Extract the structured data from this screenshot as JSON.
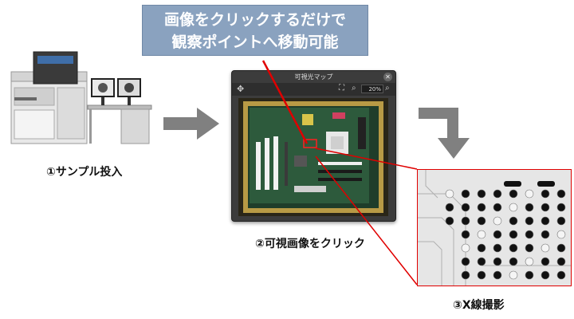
{
  "callout": {
    "line1": "画像をクリックするだけで",
    "line2": "観察ポイントへ移動可能"
  },
  "steps": [
    {
      "label": "①サンプル投入"
    },
    {
      "label": "②可視画像をクリック"
    },
    {
      "label": "③X線撮影"
    }
  ],
  "viewer": {
    "title": "可視光マップ",
    "zoom": "20%",
    "icons": {
      "hand": "hand-pan-icon",
      "fit": "fit-window-icon",
      "zoom_out": "zoom-out-icon",
      "zoom_in": "zoom-in-icon",
      "close": "close-icon"
    }
  },
  "colors": {
    "callout_bg": "#8aa2bf",
    "arrow_gray": "#808080",
    "highlight_red": "#e00000"
  }
}
